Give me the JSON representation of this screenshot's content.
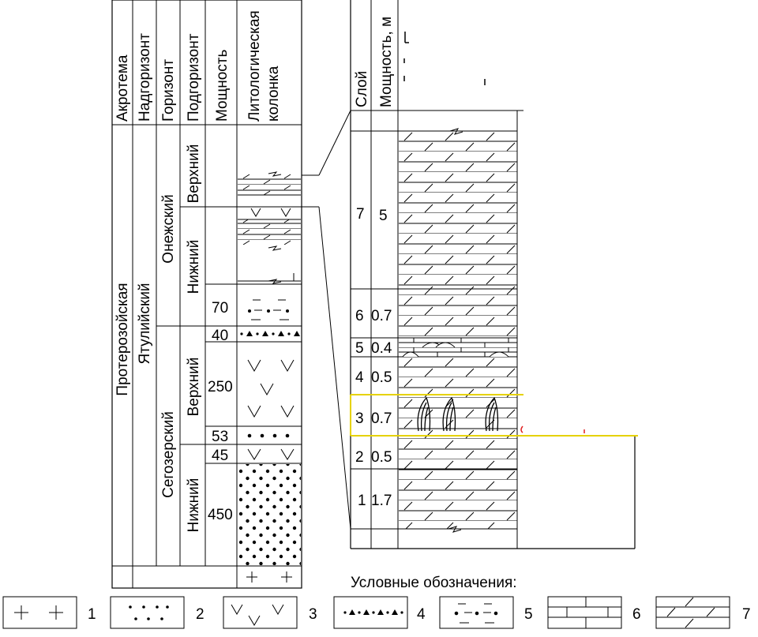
{
  "left_column": {
    "headers": [
      "Акротема",
      "Надгоризонт",
      "Горизонт",
      "Подгоризонт",
      "Мощность",
      "Литологическая колонка"
    ],
    "akrotema": "Протерозойская",
    "nadgorizont": "Ятулийский",
    "gorizont_upper": "Онежский",
    "gorizont_lower": "Сегозерский",
    "podgorizont": [
      "Верхний",
      "Нижний",
      "Верхний",
      "Нижний"
    ],
    "thickness": [
      "70",
      "40",
      "250",
      "53",
      "45",
      "450"
    ]
  },
  "right_column": {
    "headers": [
      "Слой",
      "Мощность, м"
    ],
    "layers": [
      {
        "n": "7",
        "t": "5"
      },
      {
        "n": "6",
        "t": "0.7"
      },
      {
        "n": "5",
        "t": "0.4"
      },
      {
        "n": "4",
        "t": "0.5"
      },
      {
        "n": "3",
        "t": "0.7"
      },
      {
        "n": "2",
        "t": "0.5"
      },
      {
        "n": "1",
        "t": "1.7"
      }
    ]
  },
  "legend": {
    "title": "Условные обозначения:",
    "items": [
      "1",
      "2",
      "3",
      "4",
      "5",
      "6",
      "7"
    ]
  },
  "colors": {
    "highlight": "#e6d200",
    "marker": "#e02020"
  }
}
